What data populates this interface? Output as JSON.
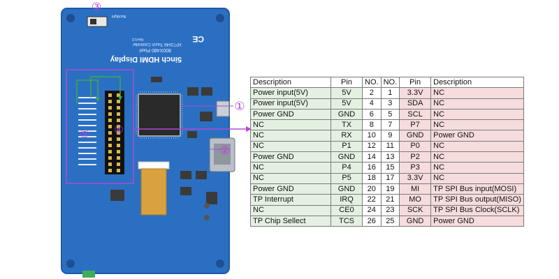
{
  "board": {
    "title": "5inch HDMI Display",
    "resolution": "800X480 Pixel",
    "controller": "XPT2046 Touch Controller",
    "revision": "Rev1.0",
    "backlight_label": "Backlight",
    "callouts": [
      "①",
      "②",
      "③",
      "④",
      "⑤"
    ],
    "colors": {
      "pcb": "#2b6fc2",
      "highlight_box": "#b04ad6",
      "callout": "#b04ad6"
    }
  },
  "pin_table": {
    "headers": [
      "Description",
      "Pin",
      "NO.",
      "NO.",
      "Pin",
      "Description"
    ],
    "rows": [
      [
        "Power input(5V)",
        "5V",
        "2",
        "1",
        "3.3V",
        "NC"
      ],
      [
        "Power input(5V)",
        "5V",
        "4",
        "3",
        "SDA",
        "NC"
      ],
      [
        "Power GND",
        "GND",
        "6",
        "5",
        "SCL",
        "NC"
      ],
      [
        "NC",
        "TX",
        "8",
        "7",
        "P7",
        "NC"
      ],
      [
        "NC",
        "RX",
        "10",
        "9",
        "GND",
        "Power GND"
      ],
      [
        "NC",
        "P1",
        "12",
        "11",
        "P0",
        "NC"
      ],
      [
        "Power GND",
        "GND",
        "14",
        "13",
        "P2",
        "NC"
      ],
      [
        "NC",
        "P4",
        "16",
        "15",
        "P3",
        "NC"
      ],
      [
        "NC",
        "P5",
        "18",
        "17",
        "3.3V",
        "NC"
      ],
      [
        "Power GND",
        "GND",
        "20",
        "19",
        "MI",
        "TP SPI Bus input(MOSI)"
      ],
      [
        "TP Interrupt",
        "IRQ",
        "22",
        "21",
        "MO",
        "TP SPI Bus output(MISO)"
      ],
      [
        "NC",
        "CE0",
        "24",
        "23",
        "SCK",
        "TP SPI Bus Clock(SCLK)"
      ],
      [
        "TP Chip Sellect",
        "TCS",
        "26",
        "25",
        "GND",
        "Power GND"
      ]
    ]
  }
}
